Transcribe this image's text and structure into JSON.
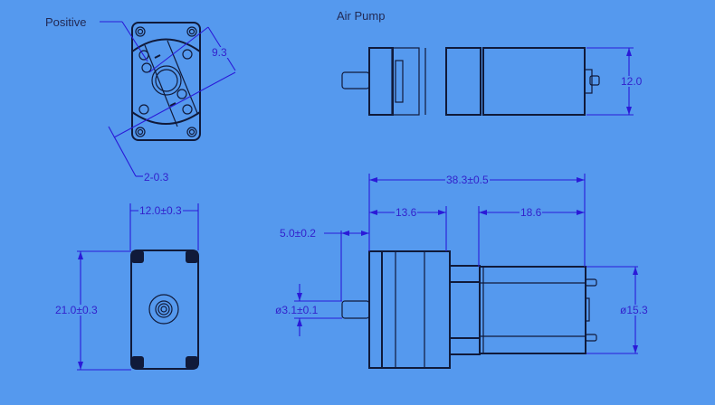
{
  "title": "Air Pump",
  "colors": {
    "background": "#5599ee",
    "outline": "#101a3a",
    "dimension": "#2a1ad8",
    "label": "#222a55"
  },
  "views": {
    "top_left_end_view": {
      "callout": "Positive",
      "dimensions": {
        "diagonal": "9.3",
        "hole": "2-0.3"
      }
    },
    "top_side_view": {
      "dimensions": {
        "height": "12.0"
      }
    },
    "bottom_left_end_view": {
      "dimensions": {
        "width": "12.0±0.3",
        "height": "21.0±0.3"
      }
    },
    "bottom_side_view": {
      "dimensions": {
        "overall_length": "38.3±0.5",
        "pump_head_length": "13.6",
        "motor_length": "18.6",
        "nozzle_length": "5.0±0.2",
        "nozzle_diameter": "ø3.1±0.1",
        "motor_diameter": "ø15.3"
      }
    }
  }
}
